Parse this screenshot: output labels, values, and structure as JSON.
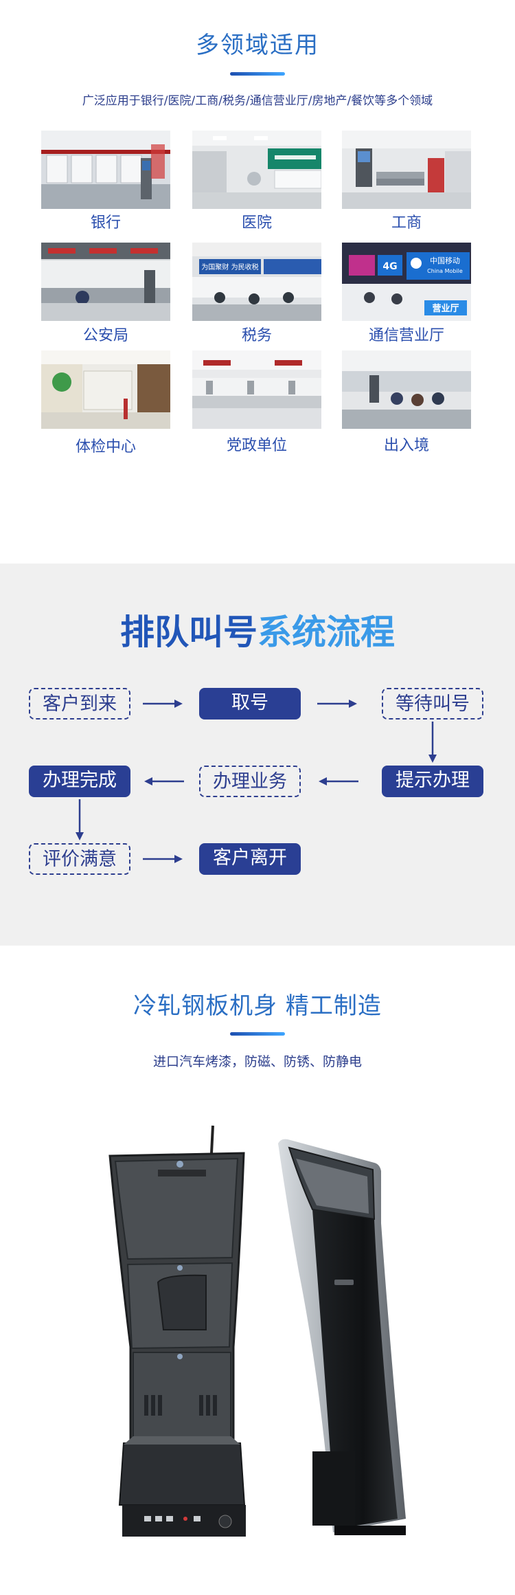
{
  "section_applications": {
    "title": "多领域适用",
    "subtitle": "广泛应用于银行/医院/工商/税务/通信营业厅/房地产/餐饮等多个领域",
    "items": [
      {
        "label": "银行"
      },
      {
        "label": "医院"
      },
      {
        "label": "工商"
      },
      {
        "label": "公安局"
      },
      {
        "label": "税务"
      },
      {
        "label": "通信营业厅"
      },
      {
        "label": "体检中心"
      },
      {
        "label": "党政单位"
      },
      {
        "label": "出入境"
      }
    ],
    "photo_signs": {
      "tax": "为国聚财 为民收税",
      "mobile_brand": "中国移动",
      "mobile_brand_en": "China Mobile",
      "mobile_4g": "4G",
      "mobile_hall": "营业厅"
    }
  },
  "section_flow": {
    "title_part1": "排队叫号",
    "title_part2": "系统流程",
    "steps": {
      "arrive": "客户到来",
      "ticket": "取号",
      "wait": "等待叫号",
      "prompt": "提示办理",
      "process": "办理业务",
      "done": "办理完成",
      "rate": "评价满意",
      "leave": "客户离开"
    }
  },
  "section_build": {
    "title": "冷轧钢板机身 精工制造",
    "subtitle": "进口汽车烤漆，防磁、防锈、防静电"
  },
  "colors": {
    "accent_blue": "#2b6fc4",
    "dark_navy": "#2a3f94",
    "light_blue": "#3a9ae8",
    "flow_bg": "#f0f0f0"
  }
}
